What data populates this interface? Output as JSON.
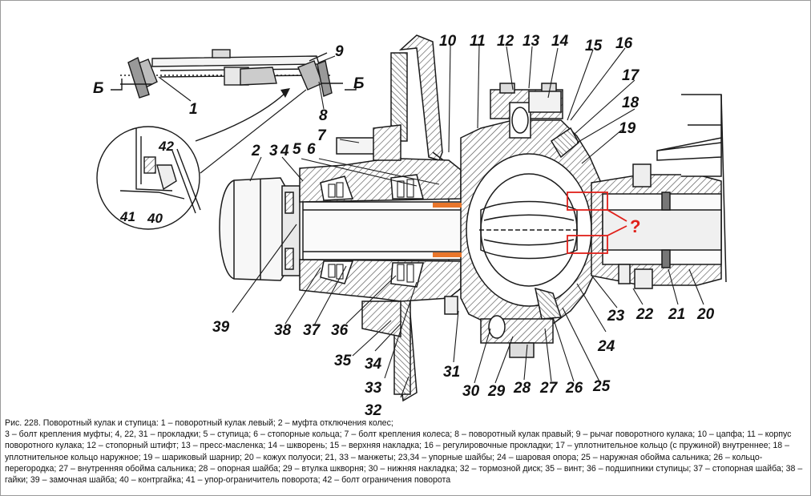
{
  "labels": {
    "1": "1",
    "2": "2",
    "3": "3",
    "4": "4",
    "5": "5",
    "6": "6",
    "7": "7",
    "8": "8",
    "9": "9",
    "10": "10",
    "11": "11",
    "12": "12",
    "13": "13",
    "14": "14",
    "15": "15",
    "16": "16",
    "17": "17",
    "18": "18",
    "19": "19",
    "20": "20",
    "21": "21",
    "22": "22",
    "23": "23",
    "24": "24",
    "25": "25",
    "26": "26",
    "27": "27",
    "28": "28",
    "29": "29",
    "30": "30",
    "31": "31",
    "32": "32",
    "33": "33",
    "34": "34",
    "35": "35",
    "36": "36",
    "37": "37",
    "38": "38",
    "39": "39",
    "40": "40",
    "41": "41",
    "42": "42",
    "section_b": "Б",
    "question": "?"
  },
  "caption": {
    "line1": "Рис. 228. Поворотный кулак и ступица: 1 – поворотный кулак левый; 2 – муфта отключения колес;",
    "body": "3 – болт крепления муфты; 4, 22, 31 – прокладки; 5 – ступица; 6 – стопорные кольца; 7 – болт крепления колеса; 8 – поворотный кулак правый; 9 – рычаг поворотного кулака; 10 – цапфа; 11 – корпус поворотного кулака; 12 – стопорный штифт;  13 – пресс-масленка; 14 – шкворень; 15 – верхняя накладка; 16 – регулировочные прокладки; 17 – уплотнительное кольцо (с пружиной) внутреннее; 18 – уплотнительное  кольцо наружное; 19 – шариковый шарнир; 20 – кожух полуоси; 21, 33 – манжеты; 23,34 – упорные шайбы; 24 – шаровая опора; 25 – наружная обойма сальника; 26 – кольцо-перегородка; 27 – внутренняя обойма сальника; 28 – опорная шайба; 29 – втулка шкворня; 30 – нижняя накладка; 32 – тормозной диск; 35 – винт; 36 – подшипники ступицы; 37 – стопорная шайба; 38 – гайки; 39 – замочная шайба; 40 – контргайка;  41 – упор-ограничитель поворота; 42 – болт ограничения поворота"
  },
  "colors": {
    "line": "#1a1a1a",
    "hatch": "#555555",
    "highlight_red": "#e0201a",
    "hub_orange": "#e9762b"
  }
}
